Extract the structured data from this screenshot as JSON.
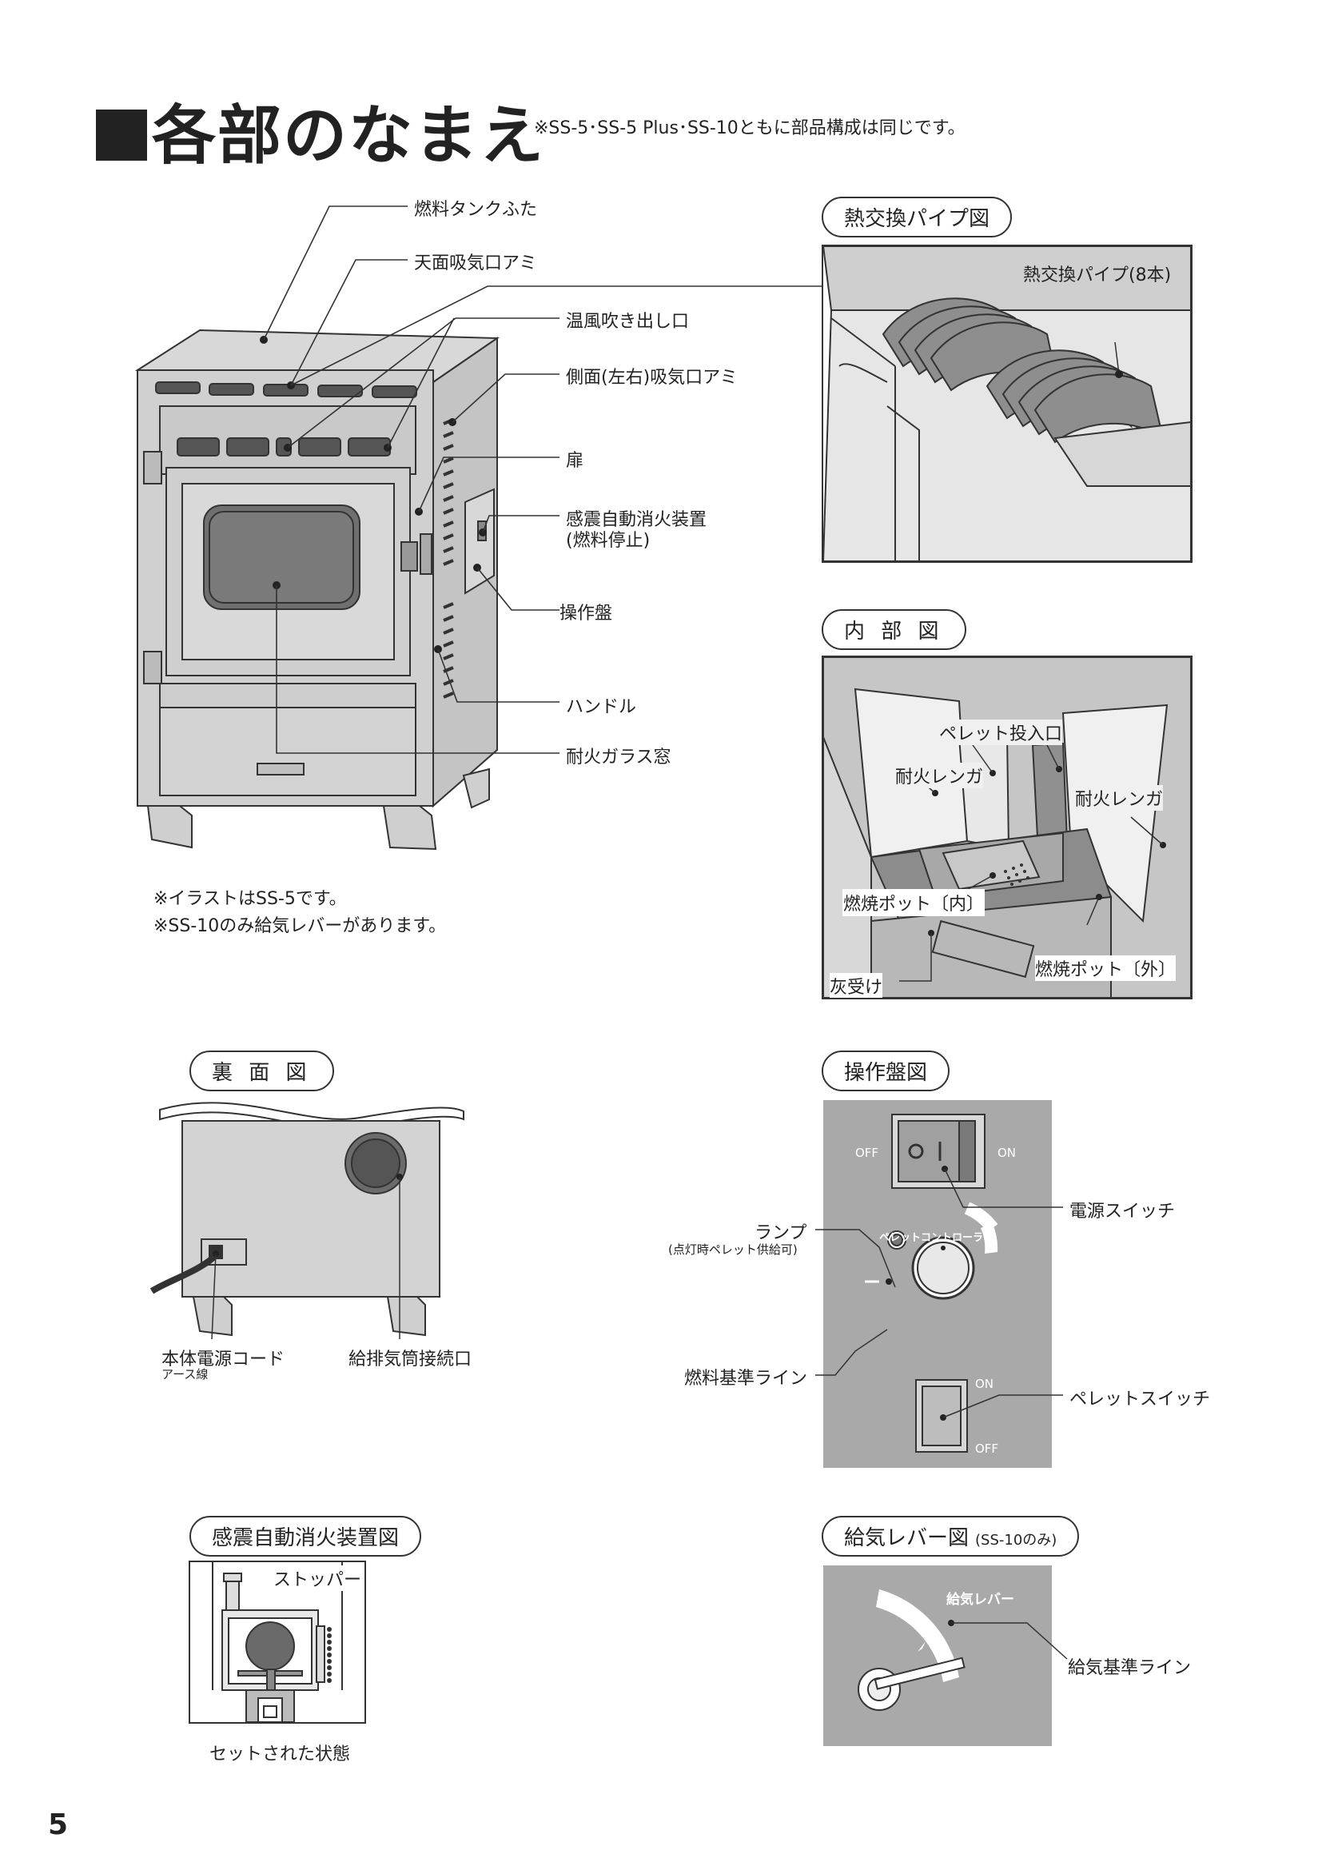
{
  "page": {
    "title": "各部のなまえ",
    "subnote": "※SS-5･SS-5 Plus･SS-10ともに部品構成は同じです。",
    "page_number": "5"
  },
  "main_illustration": {
    "labels": {
      "fuel_tank_lid": "燃料タンクふた",
      "top_intake_mesh": "天面吸気口アミ",
      "warm_air_outlet": "温風吹き出し口",
      "side_intake_mesh": "側面(左右)吸気口アミ",
      "door": "扉",
      "seismic_device": "感震自動消火装置",
      "seismic_device_sub": "(燃料停止)",
      "control_panel": "操作盤",
      "handle": "ハンドル",
      "glass_window": "耐火ガラス窓"
    },
    "notes": [
      "※イラストはSS-5です。",
      "※SS-10のみ給気レバーがあります。"
    ]
  },
  "heat_exchange": {
    "title": "熱交換パイプ図",
    "label": "熱交換パイプ(8本)"
  },
  "interior": {
    "title": "内 部 図",
    "labels": {
      "pellet_inlet": "ペレット投入口",
      "brick_left": "耐火レンガ",
      "brick_right": "耐火レンガ",
      "pot_inner": "燃焼ポット〔内〕",
      "pot_outer": "燃焼ポット〔外〕",
      "ash_tray": "灰受け"
    }
  },
  "rear": {
    "title": "裏 面 図",
    "labels": {
      "power_cord": "本体電源コード",
      "ground_wire": "アース線",
      "exhaust_connection": "給排気筒接続口"
    }
  },
  "control_panel_fig": {
    "title": "操作盤図",
    "switch_off": "OFF",
    "switch_on": "ON",
    "pellet_controller": "ペレットコントローラー",
    "pellet_on": "ON",
    "pellet_off": "OFF",
    "labels": {
      "power_switch": "電源スイッチ",
      "lamp": "ランプ",
      "lamp_sub": "(点灯時ペレット供給可)",
      "fuel_reference_line": "燃料基準ライン",
      "pellet_switch": "ペレットスイッチ"
    }
  },
  "seismic_fig": {
    "title": "感震自動消火装置図",
    "stopper": "ストッパー",
    "caption": "セットされた状態"
  },
  "air_lever_fig": {
    "title": "給気レバー図",
    "title_sub": "(SS-10のみ)",
    "lever_label": "給気レバー",
    "reference_line": "給気基準ライン"
  }
}
